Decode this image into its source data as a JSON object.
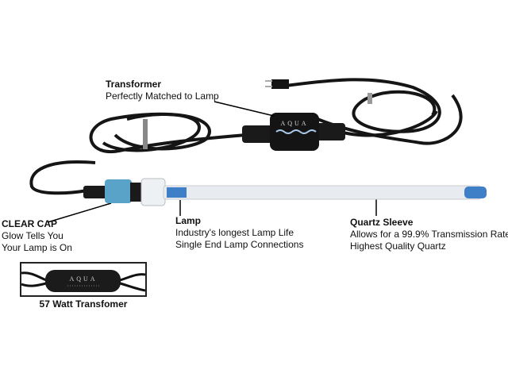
{
  "labels": {
    "transformer": {
      "title": "Transformer",
      "lines": [
        "Perfectly Matched to Lamp"
      ]
    },
    "clear_cap": {
      "title": "CLEAR CAP",
      "lines": [
        "Glow Tells You",
        "Your Lamp is On"
      ]
    },
    "lamp": {
      "title": "Lamp",
      "lines": [
        "Industry's longest Lamp Life",
        "Single End Lamp Connections"
      ]
    },
    "quartz_sleeve": {
      "title": "Quartz Sleeve",
      "lines": [
        "Allows for a 99.9% Transmission Rate",
        "Highest Quality Quartz"
      ]
    }
  },
  "inset": {
    "caption": "57 Watt Transfomer",
    "logo": "AQUA"
  },
  "logo": "AQUA",
  "colors": {
    "cord": "#151515",
    "cap_blue": "#5aa3c8",
    "lamp_blue": "#3f7fc8",
    "sleeve": "#e8ecf0"
  }
}
